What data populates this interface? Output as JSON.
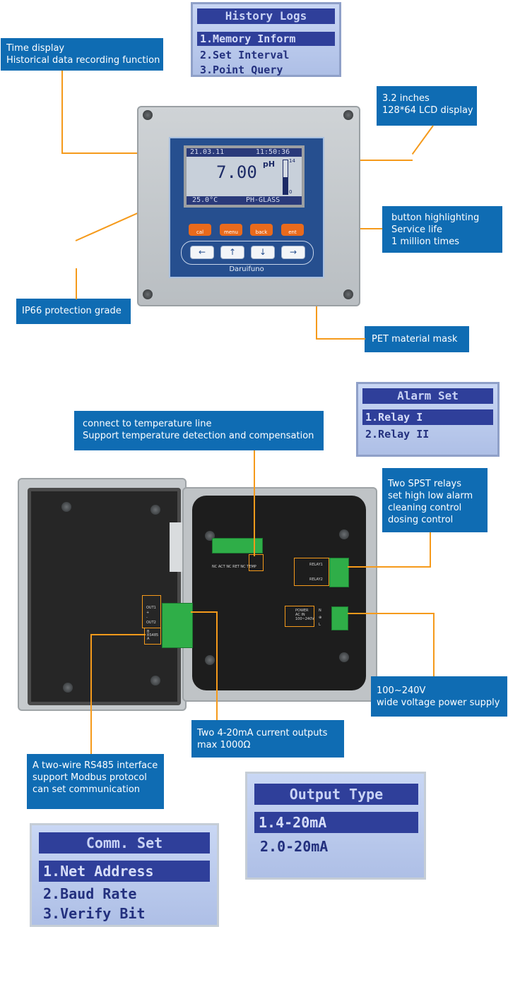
{
  "history_lcd": {
    "title": "History Logs",
    "items": [
      "1.Memory Inform",
      "2.Set Interval",
      "3.Point Query"
    ],
    "selected_index": 0
  },
  "device_display": {
    "date": "21.03.11",
    "time": "11:50:36",
    "value": "7.00",
    "unit": "pH",
    "bar_top": "14",
    "bar_bottom": "0",
    "temperature": "25.0°C",
    "sensor": "PH-GLASS"
  },
  "device_buttons": {
    "left_icon": "left-arrow-icon",
    "up_icon": "up-arrow-icon",
    "down_icon": "down-arrow-icon",
    "right_icon": "right-arrow-icon",
    "func_labels": [
      "cal",
      "menu",
      "back",
      "ent"
    ]
  },
  "brand": "Daruifuno",
  "callouts": {
    "time_display": [
      "Time display",
      "Historical data recording function"
    ],
    "lcd_spec": [
      "3.2 inches",
      "128*64 LCD display"
    ],
    "button": [
      "button highlighting",
      "Service life",
      "1 million times"
    ],
    "ip66": [
      "IP66 protection grade"
    ],
    "pet": [
      "PET material mask"
    ],
    "temperature": [
      "connect to temperature line",
      "Support temperature detection and compensation"
    ],
    "relays": [
      "Two SPST relays",
      "set high low alarm",
      "cleaning control",
      "dosing control"
    ],
    "power": [
      "100~240V",
      "wide voltage power supply"
    ],
    "current": [
      "Two 4-20mA current outputs",
      "max 1000Ω"
    ],
    "rs485": [
      "A two-wire RS485 interface",
      "support Modbus protocol",
      "can set communication"
    ]
  },
  "alarm_lcd": {
    "title": "Alarm Set",
    "items": [
      "1.Relay I",
      "2.Relay II"
    ],
    "selected_index": 0
  },
  "output_lcd": {
    "title": "Output Type",
    "items": [
      "1.4-20mA",
      "2.0-20mA"
    ],
    "selected_index": 0
  },
  "comm_lcd": {
    "title": "Comm. Set",
    "items": [
      "1.Net Address",
      "2.Baud Rate",
      "3.Verify Bit"
    ],
    "selected_index": 0
  },
  "terminal_labels": {
    "top": [
      "NC",
      "ACT",
      "NC",
      "RET",
      "NC",
      "TEMP"
    ],
    "relay1": "RELAY1",
    "relay2": "RELAY2",
    "power": [
      "POWER",
      "AC IN",
      "100~240V"
    ],
    "power_pins": [
      "N",
      "⊕",
      "L"
    ],
    "out": [
      "OUT1",
      "+",
      "-",
      "OUT2"
    ],
    "rs485": [
      "B",
      "RS485",
      "A"
    ]
  },
  "colors": {
    "callout_bg": "#0f6cb3",
    "accent_orange": "#f59a1b",
    "lcd_bg": "#b7c7ec",
    "lcd_ink": "#2f3f9a"
  }
}
